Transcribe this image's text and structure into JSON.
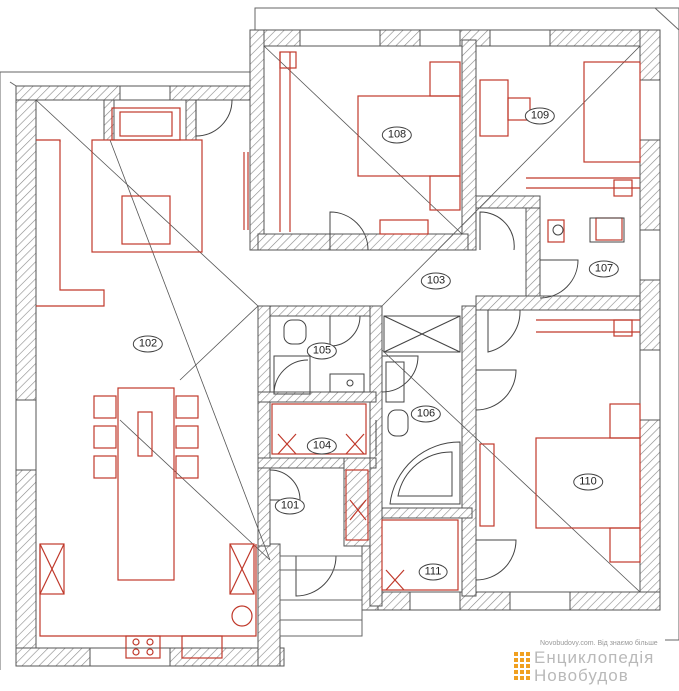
{
  "plan": {
    "rooms": [
      {
        "id": "102",
        "label": "102"
      },
      {
        "id": "103",
        "label": "103"
      },
      {
        "id": "104",
        "label": "104"
      },
      {
        "id": "105",
        "label": "105"
      },
      {
        "id": "106",
        "label": "106"
      },
      {
        "id": "107",
        "label": "107"
      },
      {
        "id": "108",
        "label": "108"
      },
      {
        "id": "109",
        "label": "109"
      },
      {
        "id": "110",
        "label": "110"
      },
      {
        "id": "111",
        "label": "111"
      },
      {
        "id": "101",
        "label": "101"
      }
    ]
  },
  "watermark": {
    "small_text": "Novobudovy.com. Від знаємо більше",
    "line1": "Енциклопедія",
    "line2": "Новобудов"
  },
  "colors": {
    "wall": "#555555",
    "furniture": "#c0392b",
    "hatch": "#888888"
  }
}
